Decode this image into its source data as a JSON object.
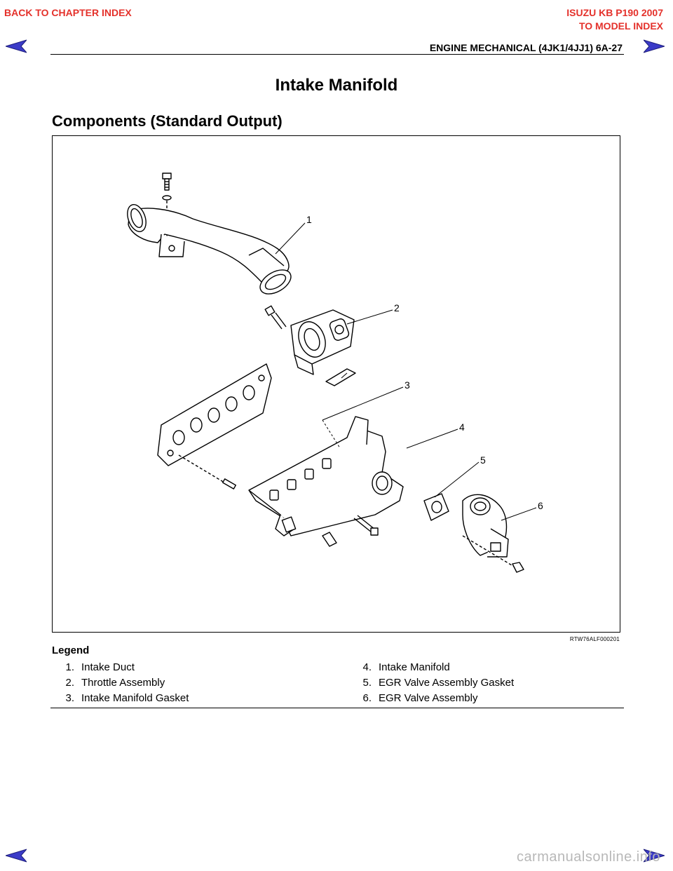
{
  "nav": {
    "back_to_chapter": "BACK TO CHAPTER INDEX",
    "model_title": "ISUZU KB P190 2007",
    "to_model_index": "TO MODEL INDEX",
    "accent_color": "#e4312b",
    "arrow_color": "#3b3bc8",
    "prev_icon": "prev-page-arrow-icon",
    "next_icon": "next-page-arrow-icon"
  },
  "header": {
    "page_header": "ENGINE MECHANICAL (4JK1/4JJ1)  6A-27"
  },
  "section_title": "Intake Manifold",
  "subsection_title": "Components (Standard Output)",
  "figure": {
    "callouts": [
      "1",
      "2",
      "3",
      "4",
      "5",
      "6"
    ],
    "figure_id": "RTW76ALF000201"
  },
  "legend": {
    "heading": "Legend",
    "items": [
      {
        "num": "1.",
        "label": "Intake Duct"
      },
      {
        "num": "2.",
        "label": "Throttle Assembly"
      },
      {
        "num": "3.",
        "label": "Intake Manifold Gasket"
      },
      {
        "num": "4.",
        "label": "Intake Manifold"
      },
      {
        "num": "5.",
        "label": "EGR Valve Assembly Gasket"
      },
      {
        "num": "6.",
        "label": "EGR Valve Assembly"
      }
    ]
  },
  "watermark": "carmanualsonline.info"
}
